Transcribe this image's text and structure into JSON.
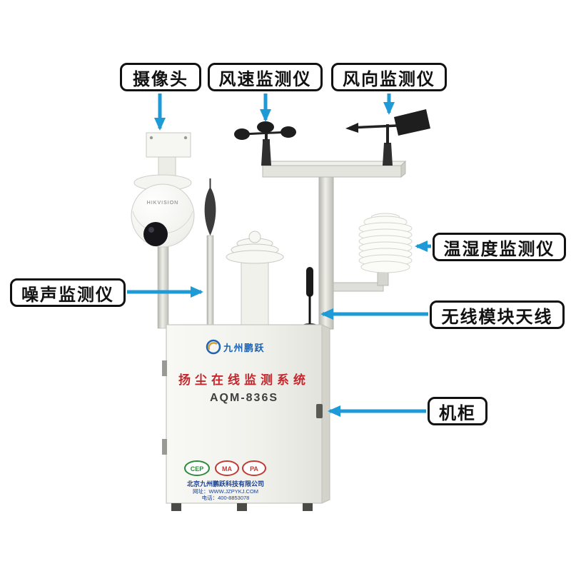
{
  "callouts": {
    "camera": "摄像头",
    "wind_speed": "风速监测仪",
    "wind_direction": "风向监测仪",
    "temp_humidity": "温湿度监测仪",
    "wireless_antenna": "无线模块天线",
    "noise": "噪声监测仪",
    "cabinet": "机柜"
  },
  "cabinet_panel": {
    "brand": "九州鹏跃",
    "title": "扬尘在线监测系统",
    "model": "AQM-836S",
    "badges": [
      "CEP",
      "MA",
      "PA"
    ],
    "company": "北京九州鹏跃科技有限公司",
    "website": "网址：WWW.JZPYKJ.COM",
    "phone": "电话：400-8853078"
  },
  "camera": {
    "brand": "HIKVISION"
  },
  "colors": {
    "arrow": "#1e9ad6",
    "label_border": "#111111",
    "title_red": "#c1272d",
    "brand_blue": "#1f63b0"
  }
}
